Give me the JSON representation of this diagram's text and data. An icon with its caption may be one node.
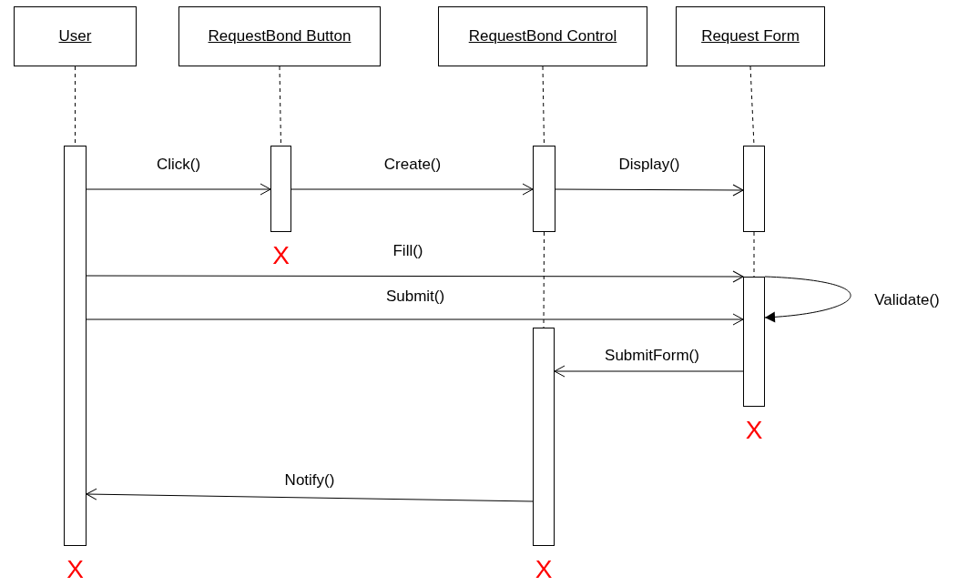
{
  "diagram": {
    "nodes": [
      {
        "text": [
          "User"
        ]
      },
      {
        "text": [
          "RequestBond Button"
        ]
      },
      {
        "text": [
          "RequestBond Control"
        ]
      },
      {
        "text": [
          "Request Form"
        ]
      },
      {
        "text": [],
        "shape": "bar",
        "beside": [
          "X"
        ]
      },
      {
        "text": [],
        "shape": "bar",
        "beside": [
          "X"
        ]
      },
      {
        "text": [],
        "shape": "bar"
      },
      {
        "text": [],
        "shape": "bar"
      },
      {
        "text": [],
        "shape": "bar",
        "beside": [
          "X"
        ]
      },
      {
        "text": [],
        "shape": "bar",
        "beside": [
          "X"
        ]
      }
    ],
    "edges": [
      {
        "from": 0,
        "to": 4,
        "arrow": "none",
        "style": "dashed"
      },
      {
        "from": 1,
        "to": 5,
        "arrow": "none",
        "style": "dashed"
      },
      {
        "from": 2,
        "to": 6,
        "arrow": "none",
        "style": "dashed"
      },
      {
        "from": 6,
        "to": 9,
        "arrow": "none",
        "style": "dashed"
      },
      {
        "from": 3,
        "to": 7,
        "arrow": "none",
        "style": "dashed"
      },
      {
        "from": 7,
        "to": 8,
        "arrow": "none",
        "style": "dashed"
      },
      {
        "from": 4,
        "to": 5,
        "arrow": "to",
        "label": "Click()"
      },
      {
        "from": 5,
        "to": 6,
        "arrow": "to",
        "label": "Create()"
      },
      {
        "from": 6,
        "to": 7,
        "arrow": "to",
        "label": "Display()"
      },
      {
        "from": 4,
        "to": 8,
        "arrow": "to",
        "label": "Fill()"
      },
      {
        "from": 4,
        "to": 8,
        "arrow": "to",
        "label": "Submit()"
      },
      {
        "from": 8,
        "to": 8,
        "arrow": "to",
        "label": "Validate()"
      },
      {
        "from": 8,
        "to": 9,
        "arrow": "to",
        "label": "SubmitForm()"
      },
      {
        "from": 9,
        "to": 4,
        "arrow": "to",
        "label": "Notify()"
      }
    ]
  }
}
